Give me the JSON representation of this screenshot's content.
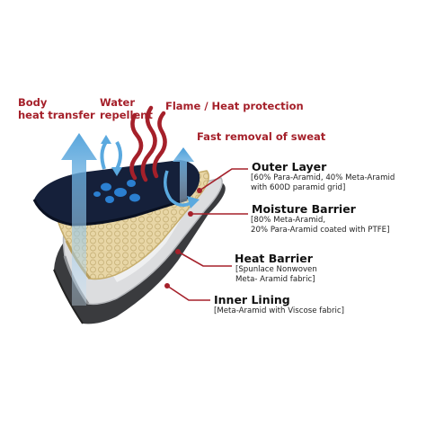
{
  "functions": {
    "body_heat": [
      "Body",
      "heat transfer"
    ],
    "water": [
      "Water",
      "repellent"
    ],
    "flame": "Flame / Heat protection",
    "sweat": "Fast removal of sweat"
  },
  "layers": {
    "outer": {
      "title": "Outer Layer",
      "desc": [
        "[60% Para-Aramid, 40% Meta-Aramid",
        "with 600D paramid grid]"
      ]
    },
    "moisture": {
      "title": "Moisture Barrier",
      "desc": [
        "[80% Meta-Aramid,",
        "20% Para-Aramid coated with PTFE]"
      ]
    },
    "heat": {
      "title": "Heat Barrier",
      "desc": [
        "[Spunlace Nonwoven",
        "Meta- Aramid fabric]"
      ]
    },
    "inner": {
      "title": "Inner Lining",
      "desc": [
        "[Meta-Aramid with Viscose fabric]"
      ]
    }
  },
  "colors": {
    "accent_red": "#a5202a",
    "outer_layer": "#15203a",
    "moisture_layer": "#e8d6a6",
    "heat_layer": "#dcdddf",
    "inner_layer": "#3a3b3e",
    "arrow_blue": "#5aa9df",
    "water_drop": "#2b7fd0"
  },
  "icons": {
    "body_heat_arrow": "up-arrow-icon",
    "water_arrows": "circular-arrow-icon",
    "flame_lines": "wavy-flame-icon",
    "sweat_arrow": "up-arrow-icon"
  }
}
